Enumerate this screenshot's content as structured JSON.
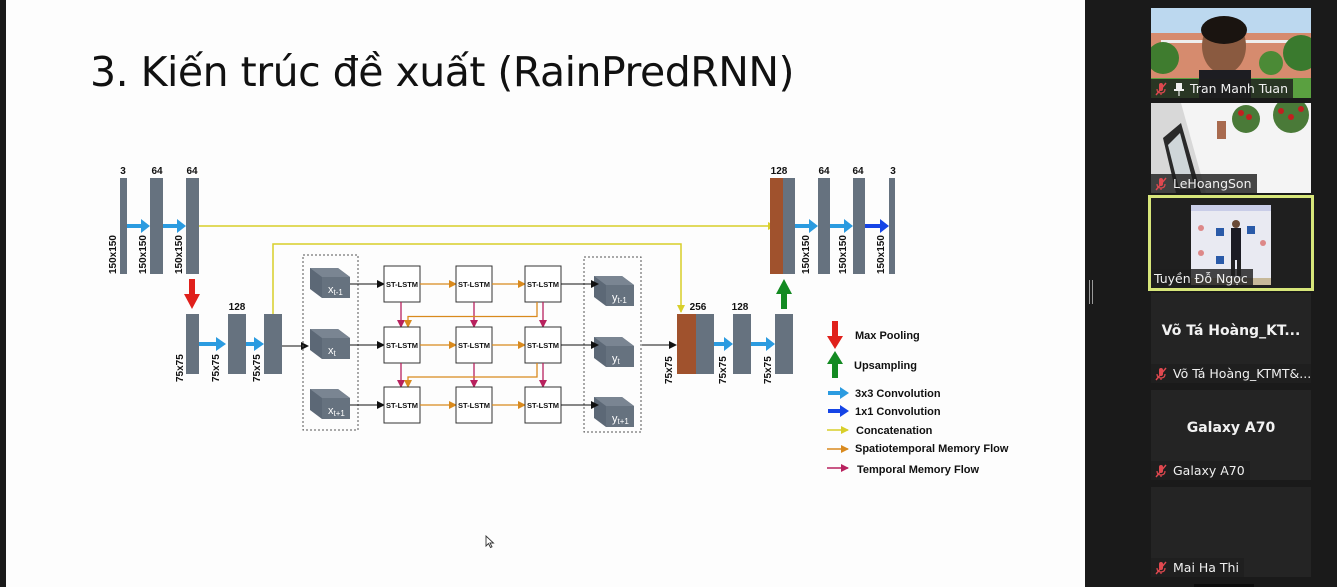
{
  "slide": {
    "title": "3. Kiến trúc đề xuất (RainPredRNN)",
    "diagram": {
      "encoder_top": {
        "channels": [
          "3",
          "64",
          "64"
        ],
        "sizes": [
          "150x150",
          "150x150",
          "150x150"
        ]
      },
      "encoder_bottom": {
        "channels": [
          "128"
        ],
        "sizes": [
          "75x75",
          "75x75",
          "75x75"
        ]
      },
      "inputs": [
        "x",
        "x",
        "x"
      ],
      "input_subscripts": [
        "t-1",
        "t",
        "t+1"
      ],
      "outputs": [
        "y",
        "y",
        "y"
      ],
      "output_subscripts": [
        "t-1",
        "t",
        "t+1"
      ],
      "cell_label": "ST-LSTM",
      "decoder_bottom": {
        "channels": [
          "256",
          "128"
        ],
        "sizes": [
          "75x75",
          "75x75",
          "75x75"
        ]
      },
      "decoder_top": {
        "channels": [
          "128",
          "64",
          "64",
          "3"
        ],
        "sizes": [
          "150x150",
          "150x150",
          "150x150"
        ]
      },
      "legend": [
        {
          "label": "Max Pooling",
          "icon": "red-down-arrow"
        },
        {
          "label": "Upsampling",
          "icon": "green-up-arrow"
        },
        {
          "label": "3x3 Convolution",
          "icon": "light-blue-arrow"
        },
        {
          "label": "1x1 Convolution",
          "icon": "blue-arrow"
        },
        {
          "label": "Concatenation",
          "icon": "yellow-arrow"
        },
        {
          "label": "Spatiotemporal Memory Flow",
          "icon": "orange-arrow"
        },
        {
          "label": "Temporal Memory Flow",
          "icon": "magenta-arrow"
        }
      ],
      "colors": {
        "block": "#66727f",
        "concat_block": "#a0522d",
        "conv3": "#2b9be0",
        "conv1": "#1544e6",
        "maxpool": "#e0201b",
        "upsample": "#138a22",
        "concat": "#d8cf2a",
        "spatiotemporal": "#d98a1e",
        "temporal": "#b8215e"
      }
    }
  },
  "participants": [
    {
      "name": "Tran Manh Tuan",
      "muted": true,
      "pinned": true,
      "video": "campus"
    },
    {
      "name": "LeHoangSon",
      "muted": true,
      "pinned": false,
      "video": "christmas"
    },
    {
      "name": "Tuyền Đỗ Ngọc",
      "muted": false,
      "pinned": false,
      "video": "conference",
      "active_speaker": true
    },
    {
      "name": "Võ Tá Hoàng_KTMT&...",
      "display_name": "Võ Tá Hoàng_KT...",
      "muted": true,
      "pinned": false,
      "video": "none"
    },
    {
      "name": "Galaxy A70",
      "display_name": "Galaxy A70",
      "muted": true,
      "pinned": false,
      "video": "none"
    },
    {
      "name": "Mai Ha Thi",
      "muted": true,
      "pinned": false,
      "video": "none"
    }
  ],
  "colors": {
    "active_speaker_border": "#d7e67a",
    "muted_icon": "#e0484f",
    "panel_bg": "#1a1a1a",
    "tile_bg": "#242424"
  }
}
